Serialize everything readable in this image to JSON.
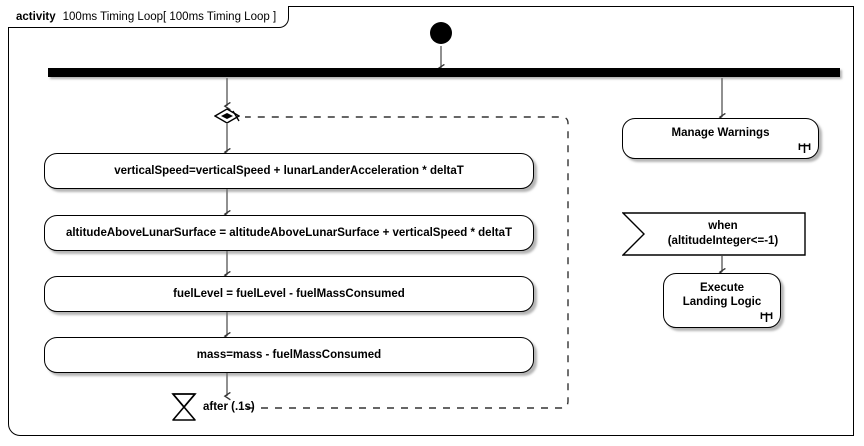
{
  "frame": {
    "keyword": "activity",
    "title": "100ms Timing Loop[ 100ms Timing Loop ]"
  },
  "nodes": {
    "initial": {
      "name": "initial-node"
    },
    "fork": {
      "name": "fork-bar"
    },
    "merge": {
      "name": "merge-junction"
    },
    "actions": [
      {
        "id": "vertical-speed",
        "label": "verticalSpeed=verticalSpeed + lunarLanderAcceleration * deltaT",
        "rake": false
      },
      {
        "id": "altitude",
        "label": "altitudeAboveLunarSurface = altitudeAboveLunarSurface + verticalSpeed * deltaT",
        "rake": false
      },
      {
        "id": "fuel-level",
        "label": "fuelLevel = fuelLevel - fuelMassConsumed",
        "rake": false
      },
      {
        "id": "mass",
        "label": "mass=mass - fuelMassConsumed",
        "rake": false
      }
    ],
    "manage_warnings": {
      "label": "Manage Warnings",
      "rake": true
    },
    "execute_landing": {
      "label": "Execute\nLanding Logic",
      "rake": true
    },
    "when_event": {
      "label": "when\n(altitudeInteger<=-1)"
    },
    "timer": {
      "label": "after (.1s)"
    }
  },
  "colors": {
    "line": "#000000",
    "fill": "#ffffff",
    "shadow": "#787878"
  }
}
